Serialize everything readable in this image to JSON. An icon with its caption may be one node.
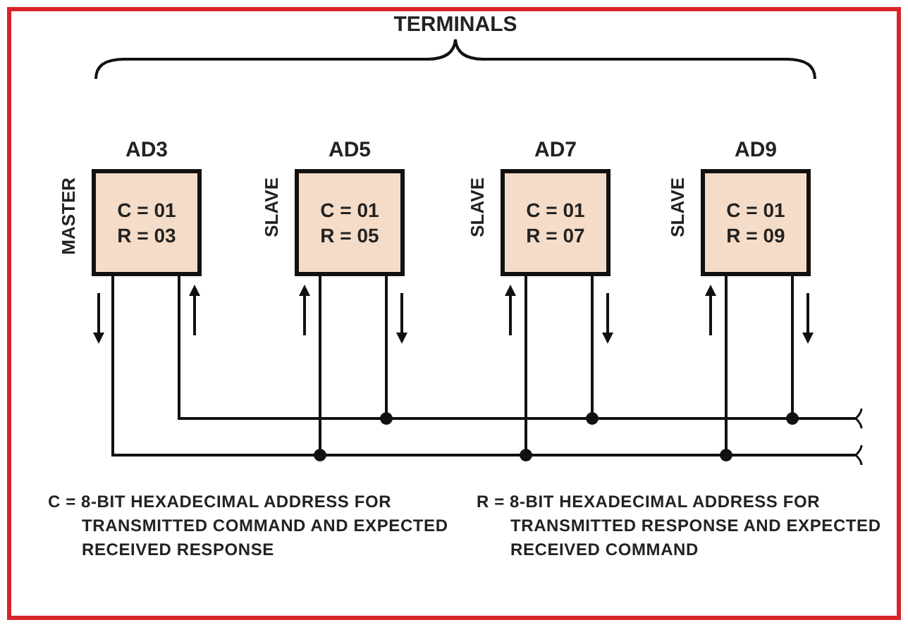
{
  "diagram": {
    "nodes": [
      {
        "text": [
          "AD3",
          "C = 01 R = 03"
        ],
        "beside": [
          "MASTER"
        ]
      },
      {
        "text": [
          "AD5",
          "C = 01 R = 05"
        ],
        "beside": [
          "SLAVE"
        ]
      },
      {
        "text": [
          "AD7",
          "C = 01 R = 07"
        ],
        "beside": [
          "SLAVE"
        ]
      },
      {
        "text": [
          "AD9",
          "C = 01 R = 09"
        ],
        "beside": [
          "SLAVE"
        ]
      },
      {
        "text": [],
        "shape": "line"
      },
      {
        "text": [],
        "shape": "line"
      }
    ],
    "edges": [
      {
        "from": 0,
        "to": 5,
        "arrow": "none"
      },
      {
        "from": 0,
        "to": 4,
        "arrow": "none"
      },
      {
        "from": 1,
        "to": 5,
        "arrow": "other"
      },
      {
        "from": 1,
        "to": 4,
        "arrow": "other"
      },
      {
        "from": 2,
        "to": 5,
        "arrow": "other"
      },
      {
        "from": 2,
        "to": 4,
        "arrow": "other"
      },
      {
        "from": 3,
        "to": 5,
        "arrow": "other"
      },
      {
        "from": 3,
        "to": 4,
        "arrow": "other"
      }
    ],
    "labels": [
      "TERMINALS",
      "C = 8-BIT HEXADECIMAL ADDRESS FOR TRANSMITTED COMMAND AND EXPECTED RECEIVED RESPONSE",
      "R = 8-BIT HEXADECIMAL ADDRESS FOR TRANSMITTED RESPONSE AND EXPECTED RECEIVED COMMAND"
    ]
  }
}
